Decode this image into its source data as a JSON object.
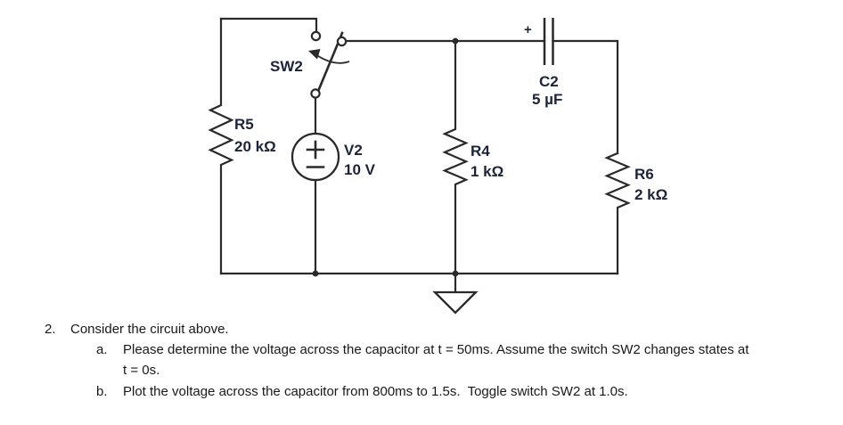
{
  "circuit": {
    "colors": {
      "wire": "#2a2a2a",
      "label": "#1c2438"
    },
    "labels": {
      "sw2": "SW2",
      "r5_ref": "R5",
      "r5_val": "20 kΩ",
      "v2_ref": "V2",
      "v2_val": "10 V",
      "r4_ref": "R4",
      "r4_val": "1 kΩ",
      "c2_ref": "C2",
      "c2_val": "5 µF",
      "c2_polarity": "+",
      "r6_ref": "R6",
      "r6_val": "2 kΩ"
    }
  },
  "problem": {
    "number": "2.",
    "intro": "Consider the circuit above.",
    "items": [
      {
        "label": "a.",
        "line1": "Please determine the voltage across the capacitor at t = 50ms. Assume the switch SW2 changes states at",
        "line2": "t = 0s."
      },
      {
        "label": "b.",
        "line1": "Plot the voltage across the capacitor from 800ms to 1.5s.  Toggle switch SW2 at 1.0s."
      }
    ]
  }
}
